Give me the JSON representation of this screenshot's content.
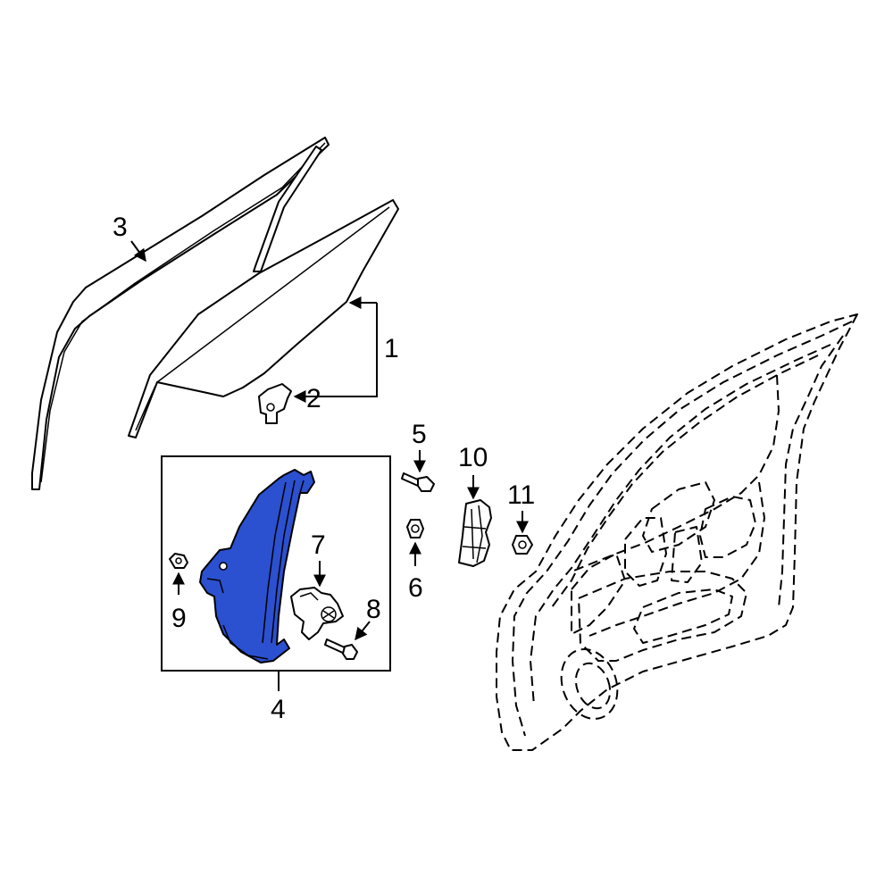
{
  "callouts": {
    "c1": "1",
    "c2": "2",
    "c3": "3",
    "c4": "4",
    "c5": "5",
    "c6": "6",
    "c7": "7",
    "c8": "8",
    "c9": "9",
    "c10": "10",
    "c11": "11"
  },
  "colors": {
    "highlight": "#2b50d0",
    "line": "#000000",
    "background": "#ffffff"
  }
}
